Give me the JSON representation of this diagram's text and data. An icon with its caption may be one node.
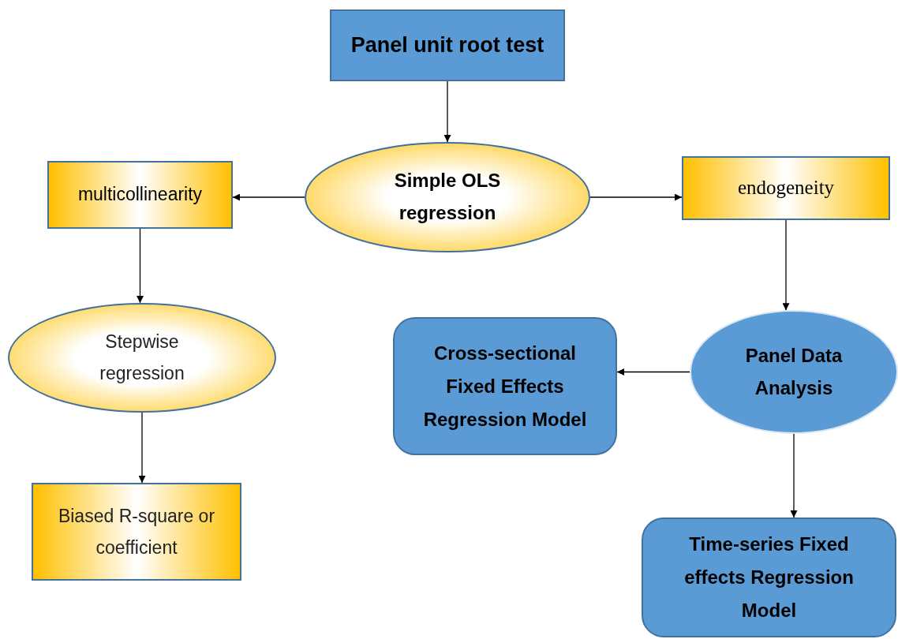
{
  "diagram": {
    "nodes": [
      {
        "text": [
          "Panel unit root test"
        ]
      },
      {
        "text": [
          "Simple OLS regression"
        ]
      },
      {
        "text": [
          "multicollinearity"
        ]
      },
      {
        "text": [
          "endogeneity"
        ]
      },
      {
        "text": [
          "Stepwise regression"
        ]
      },
      {
        "text": [
          "Panel Data Analysis"
        ]
      },
      {
        "text": [
          "Cross-sectional Fixed Effects Regression Model"
        ]
      },
      {
        "text": [
          "Biased R-square or coefficient"
        ]
      },
      {
        "text": [
          "Time-series Fixed effects Regression Model"
        ]
      }
    ],
    "edges": [
      {
        "from": 0,
        "to": 1,
        "arrow": "to"
      },
      {
        "from": 1,
        "to": 2,
        "arrow": "to"
      },
      {
        "from": 1,
        "to": 3,
        "arrow": "to"
      },
      {
        "from": 2,
        "to": 4,
        "arrow": "to"
      },
      {
        "from": 3,
        "to": 5,
        "arrow": "to"
      },
      {
        "from": 4,
        "to": 7,
        "arrow": "to"
      },
      {
        "from": 5,
        "to": 6,
        "arrow": "to"
      },
      {
        "from": 5,
        "to": 8,
        "arrow": "to"
      }
    ]
  }
}
